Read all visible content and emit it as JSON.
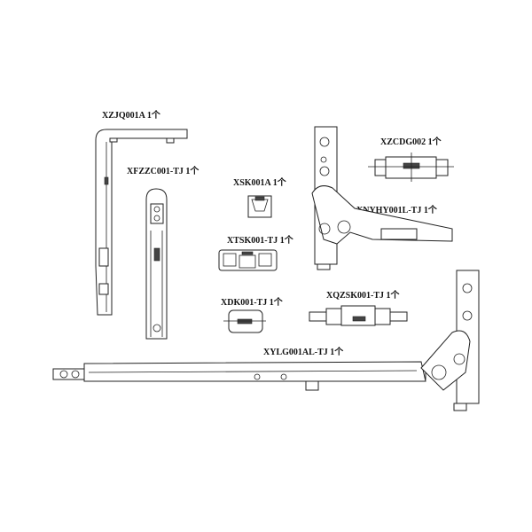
{
  "parts": [
    {
      "code": "XZJQ001A",
      "qty": "1个"
    },
    {
      "code": "XFZZC001-TJ",
      "qty": "1个"
    },
    {
      "code": "XSK001A",
      "qty": "1个"
    },
    {
      "code": "XZCDG002",
      "qty": "1个"
    },
    {
      "code": "XNYHY001L-TJ",
      "qty": "1个"
    },
    {
      "code": "XTSK001-TJ",
      "qty": "1个"
    },
    {
      "code": "XDK001-TJ",
      "qty": "1个"
    },
    {
      "code": "XQZSK001-TJ",
      "qty": "1个"
    },
    {
      "code": "XYLG001AL-TJ",
      "qty": "1个"
    }
  ]
}
